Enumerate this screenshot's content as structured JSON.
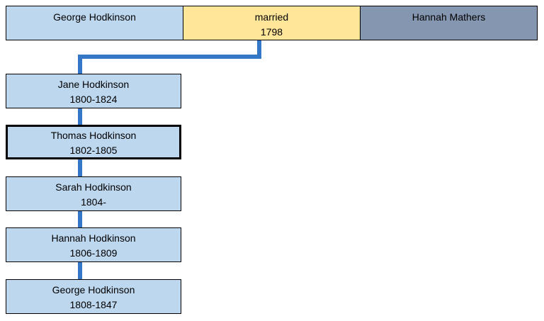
{
  "diagram": {
    "colors": {
      "person_fill": "#BDD7EE",
      "marriage_fill": "#FFE699",
      "spouse_fill": "#8496B0",
      "connector": "#3377C6",
      "border": "#000000",
      "selected_border": "#000000"
    },
    "parents_row": {
      "father": {
        "label": "George Hodkinson"
      },
      "marriage": {
        "label": "married",
        "year": "1798"
      },
      "mother": {
        "label": "Hannah Mathers"
      }
    },
    "children": [
      {
        "name": "Jane Hodkinson",
        "dates": "1800-1824",
        "selected": false
      },
      {
        "name": "Thomas Hodkinson",
        "dates": "1802-1805",
        "selected": true
      },
      {
        "name": "Sarah Hodkinson",
        "dates": "1804-",
        "selected": false
      },
      {
        "name": "Hannah Hodkinson",
        "dates": "1806-1809",
        "selected": false
      },
      {
        "name": "George Hodkinson",
        "dates": "1808-1847",
        "selected": false
      }
    ]
  }
}
